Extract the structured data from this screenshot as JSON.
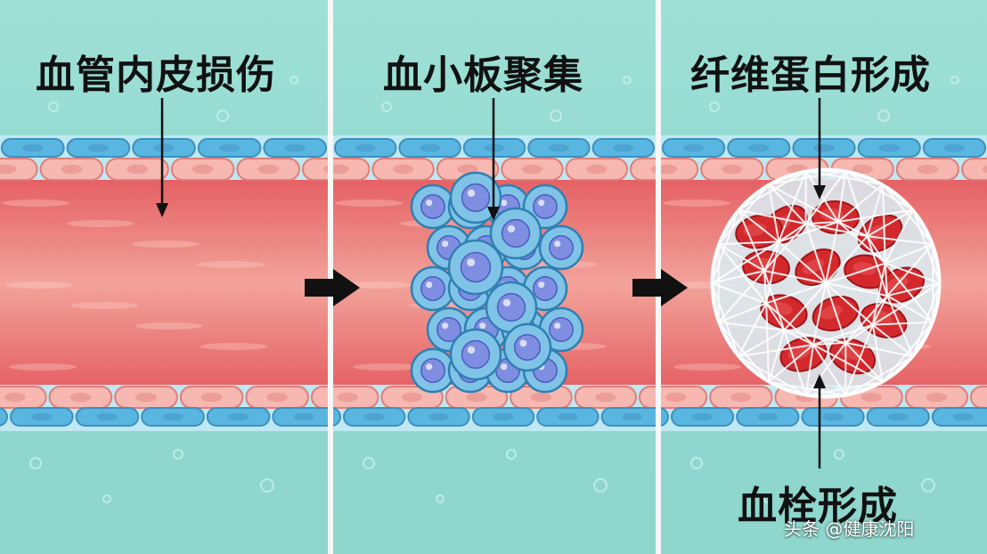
{
  "stages": [
    {
      "label": "血管内皮损伤"
    },
    {
      "label": "血小板聚集"
    },
    {
      "label": "纤维蛋白形成"
    }
  ],
  "result_label": "血栓形成",
  "watermark": "头条 @健康沈阳",
  "colors": {
    "background": "#8fd8cf",
    "vessel_lumen": "#e46a6c",
    "vessel_cell": "#f6b8b0",
    "endothelium_cell": "#59b6e0",
    "platelet": "#7fc3e6",
    "platelet_nucleus": "#7f8ee0",
    "red_blood_cell": "#d4292c",
    "fibrin": "#dff4ff"
  }
}
